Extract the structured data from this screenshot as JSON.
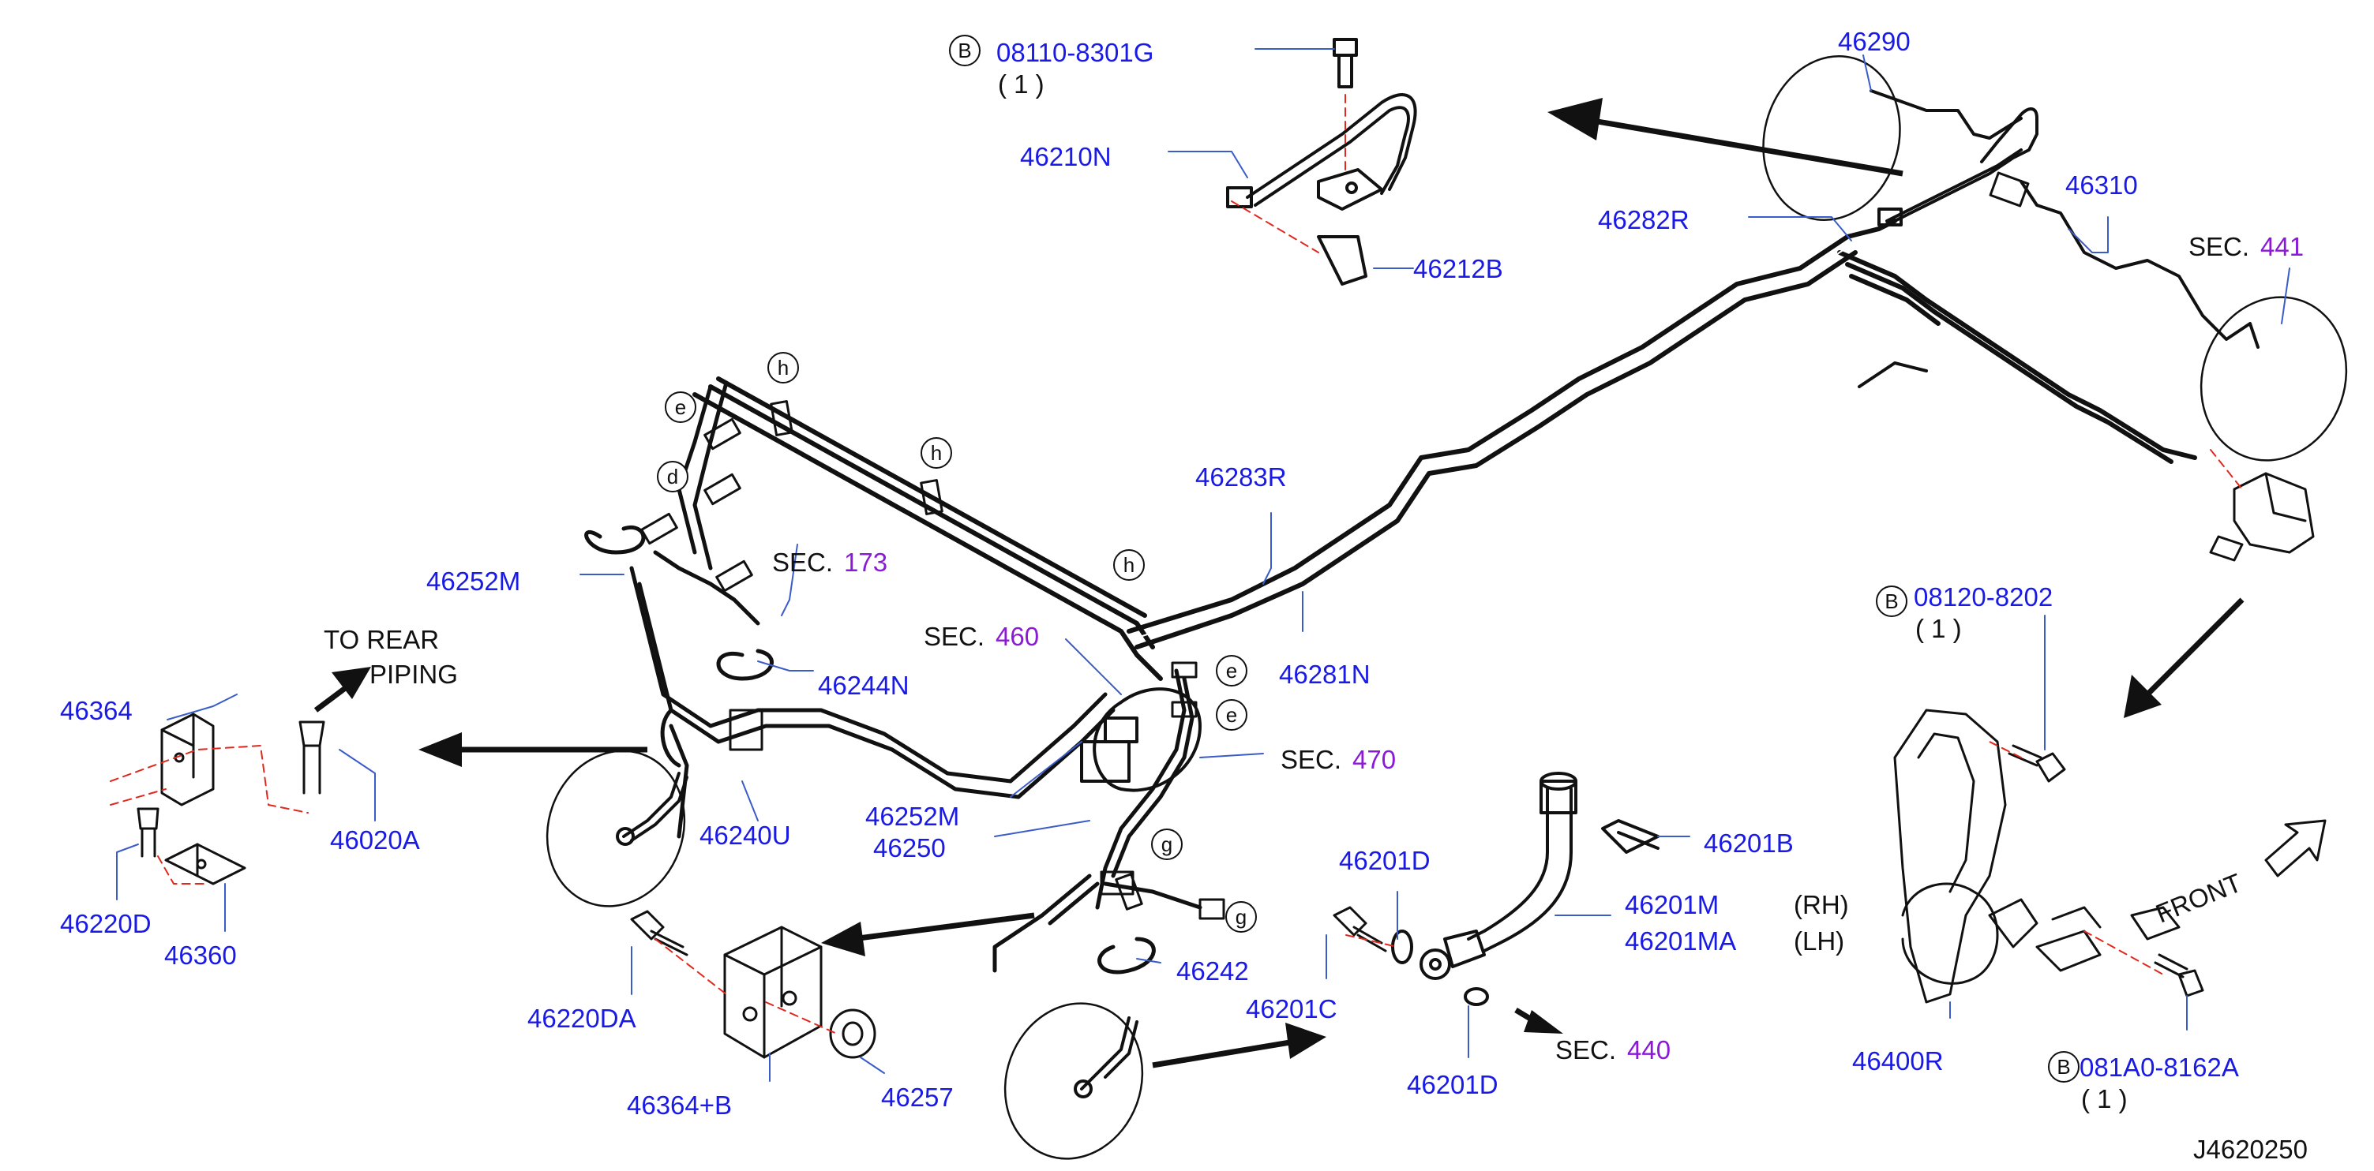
{
  "parts": {
    "p08110_8301G": "08110-8301G",
    "q1_top": "( 1 )",
    "p46210N": "46210N",
    "p46212B": "46212B",
    "p46290": "46290",
    "p46310": "46310",
    "p46282R": "46282R",
    "p46283R": "46283R",
    "p46281N": "46281N",
    "p46252M_left": "46252M",
    "p46244N": "46244N",
    "p46240U": "46240U",
    "p46252M": "46252M",
    "p46250": "46250",
    "p46364": "46364",
    "p46020A": "46020A",
    "p46220D": "46220D",
    "p46360": "46360",
    "p46220DA": "46220DA",
    "p46364B": "46364+B",
    "p46257": "46257",
    "p46242": "46242",
    "p46201D_top": "46201D",
    "p46201C": "46201C",
    "p46201D_bot": "46201D",
    "p46201B": "46201B",
    "p46201M": "46201M",
    "p46201MA": "46201MA",
    "rh": "(RH)",
    "lh": "(LH)",
    "p08120_8202": "08120-8202",
    "q1_right": "( 1 )",
    "p46400R": "46400R",
    "p081A0_8162A": "081A0-8162A",
    "q1_bottom": "( 1 )"
  },
  "sections": {
    "sec_label": "SEC.",
    "s441": "441",
    "s173": "173",
    "s460": "460",
    "s470": "470",
    "s440": "440"
  },
  "annotations": {
    "to_rear_1": "TO REAR",
    "to_rear_2": "PIPING",
    "front": "FRONT",
    "diagram_id": "J4620250"
  },
  "callouts": {
    "b": "B",
    "e": "e",
    "h": "h",
    "d": "d",
    "g": "g"
  }
}
